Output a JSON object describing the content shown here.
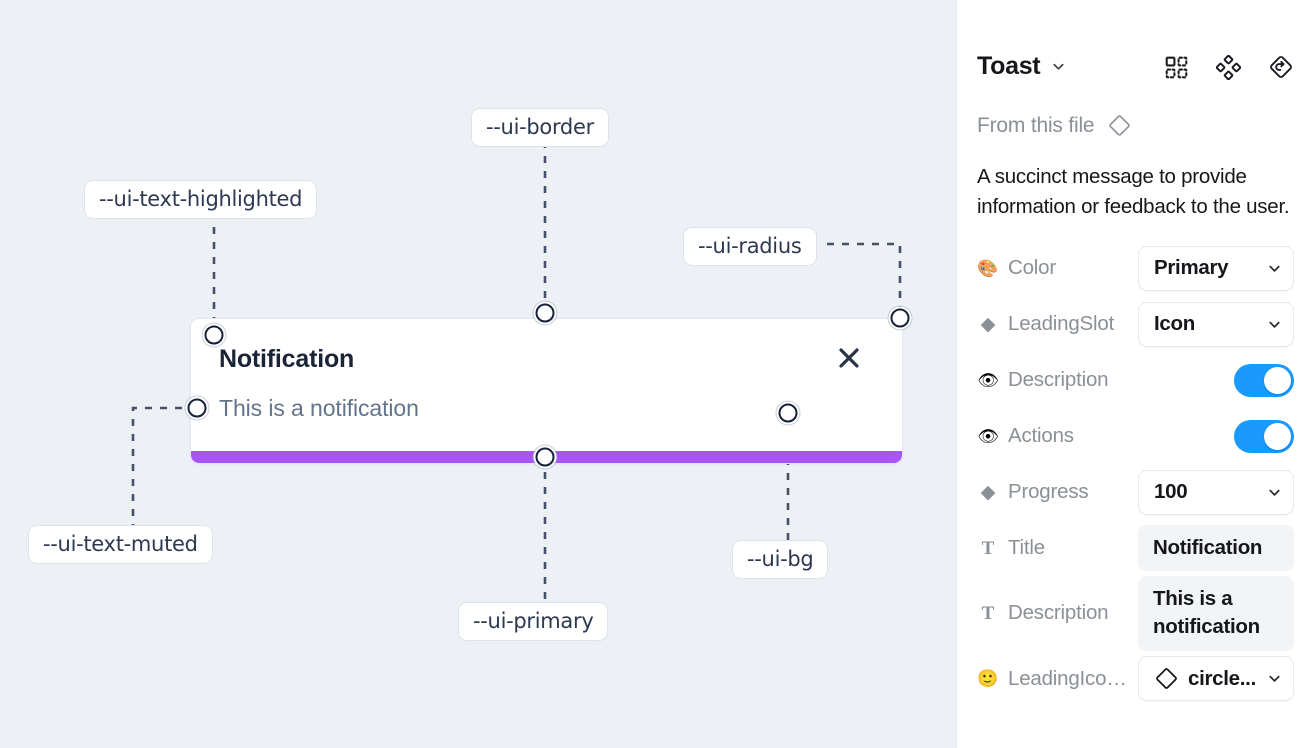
{
  "canvas": {
    "background_color": "#edf1f6",
    "toast": {
      "title": "Notification",
      "description": "This is a notification",
      "close_icon": "close-icon",
      "progress_color": "#a855f7",
      "background_color": "#ffffff",
      "border_color": "#e3e7ee"
    },
    "annotations": [
      {
        "id": "ui-text-highlighted",
        "label": "--ui-text-highlighted"
      },
      {
        "id": "ui-border",
        "label": "--ui-border"
      },
      {
        "id": "ui-radius",
        "label": "--ui-radius"
      },
      {
        "id": "ui-text-muted",
        "label": "--ui-text-muted"
      },
      {
        "id": "ui-primary",
        "label": "--ui-primary"
      },
      {
        "id": "ui-bg",
        "label": "--ui-bg"
      }
    ]
  },
  "panel": {
    "title": "Toast",
    "title_chevron_icon": "chevron-down-icon",
    "header_icons": [
      {
        "name": "component-grid-icon"
      },
      {
        "name": "variants-diamond-icon"
      },
      {
        "name": "reset-instance-icon"
      }
    ],
    "from_file": {
      "label": "From this file",
      "icon": "diamond-icon"
    },
    "description": "A succinct message to provide information or feedback to the user.",
    "properties": [
      {
        "icon": "palette-emoji",
        "glyph": "🎨",
        "name": "Color",
        "control": "select",
        "value": "Primary"
      },
      {
        "icon": "diamond-icon",
        "glyph": "◆",
        "name": "LeadingSlot",
        "control": "select",
        "value": "Icon"
      },
      {
        "icon": "eye-emoji",
        "glyph": "👁",
        "name": "Description",
        "control": "toggle",
        "value": "on"
      },
      {
        "icon": "eye-emoji",
        "glyph": "👁",
        "name": "Actions",
        "control": "toggle",
        "value": "on"
      },
      {
        "icon": "diamond-icon",
        "glyph": "◆",
        "name": "Progress",
        "control": "select",
        "value": "100"
      },
      {
        "icon": "text-type-icon",
        "glyph": "T",
        "name": "Title",
        "control": "text",
        "value": "Notification"
      },
      {
        "icon": "text-type-icon",
        "glyph": "T",
        "name": "Description",
        "control": "text",
        "value": "This is a notification"
      },
      {
        "icon": "smiley-emoji",
        "glyph": "🙂",
        "name": "LeadingIcon...",
        "control": "select-icon",
        "value": "circle..."
      }
    ]
  },
  "colors": {
    "accent_blue": "#1a9afc",
    "primary_purple": "#a855f7",
    "canvas_bg": "#edf1f6",
    "muted_text": "#8b9097"
  }
}
